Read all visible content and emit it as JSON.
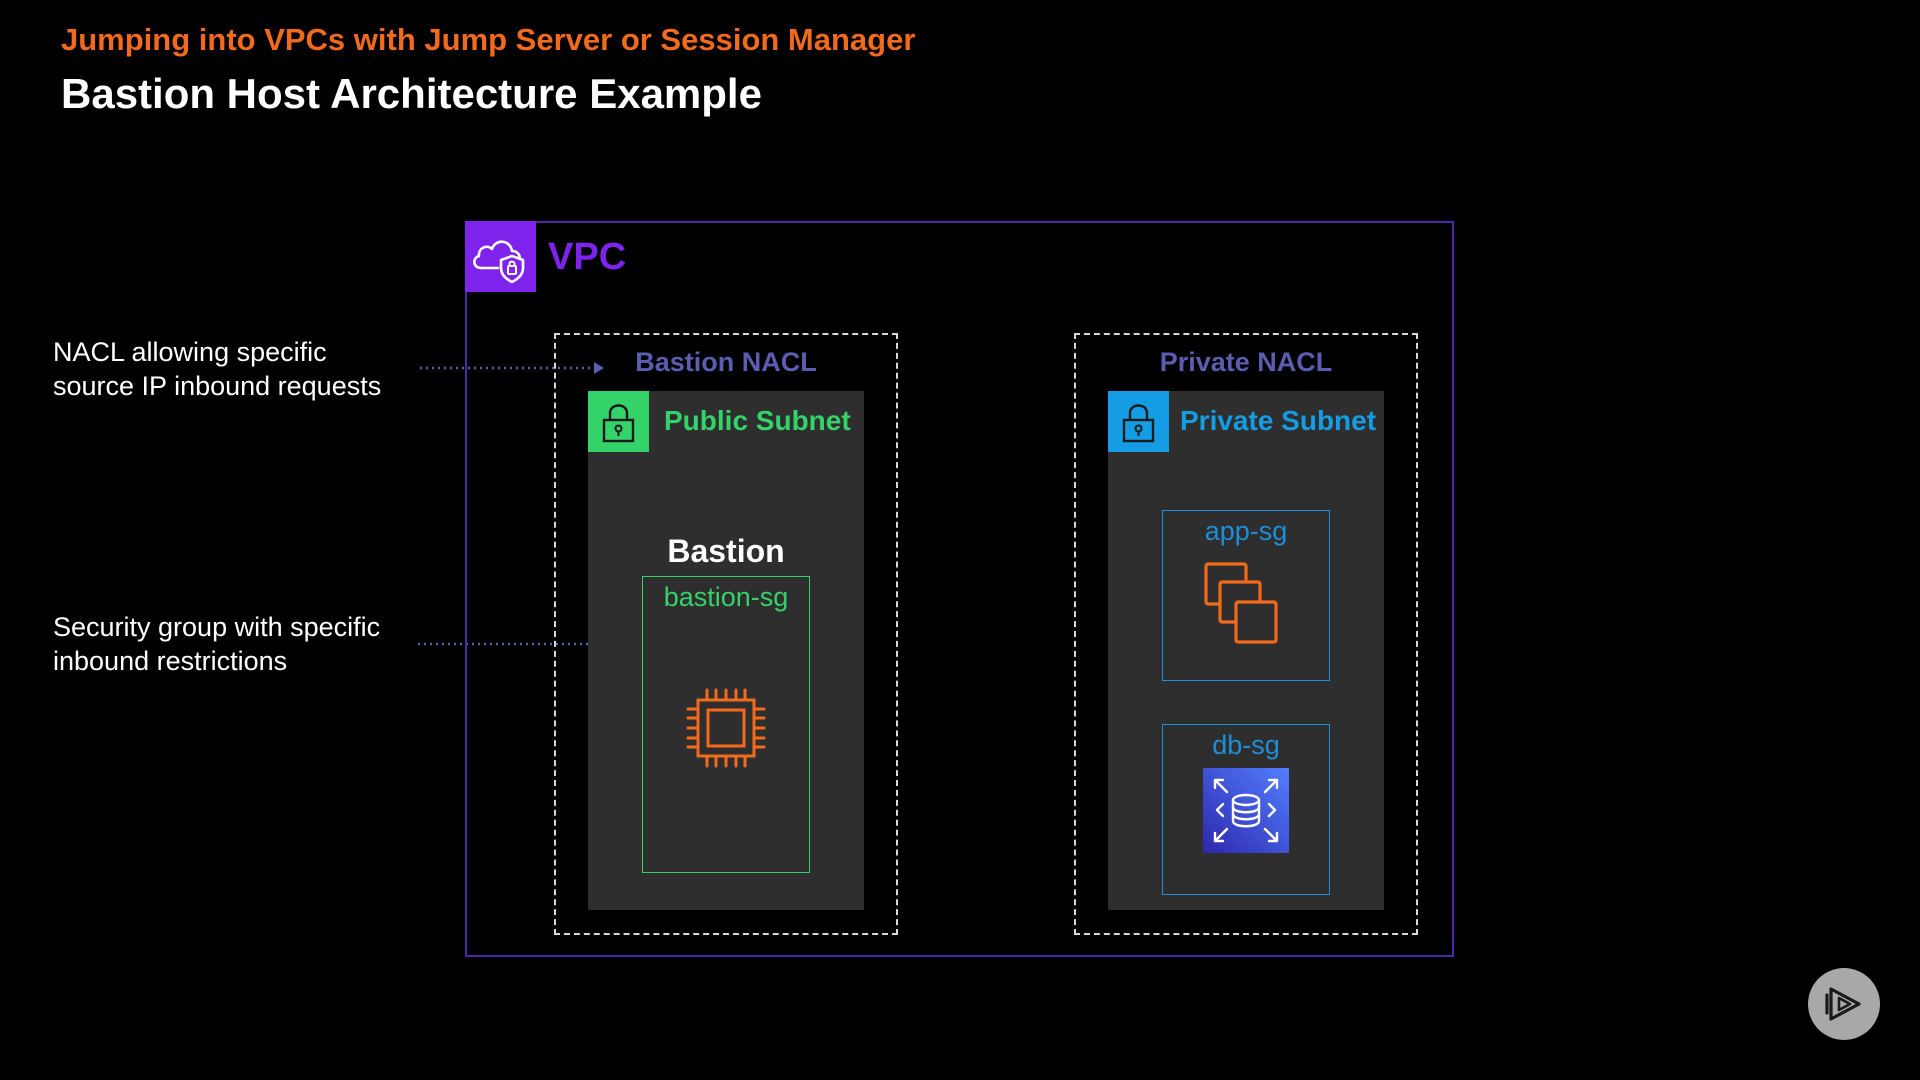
{
  "header": {
    "subtitle": "Jumping into VPCs with Jump Server or Session Manager",
    "title": "Bastion Host Architecture Example"
  },
  "annotations": [
    {
      "lines": [
        "NACL allowing specific",
        "source IP inbound requests"
      ]
    },
    {
      "lines": [
        "Security group with specific",
        "inbound restrictions"
      ]
    }
  ],
  "vpc": {
    "label": "VPC",
    "icon": "vpc-cloud-shield-icon",
    "color": "#7d23ec"
  },
  "bastion_nacl": {
    "label": "Bastion NACL",
    "subnet": {
      "label": "Public Subnet",
      "icon": "padlock-icon",
      "color": "#34d36a"
    },
    "instance_label": "Bastion",
    "security_group": {
      "label": "bastion-sg",
      "icon": "ec2-chip-icon",
      "color": "#34d36a"
    }
  },
  "private_nacl": {
    "label": "Private NACL",
    "subnet": {
      "label": "Private Subnet",
      "icon": "padlock-icon",
      "color": "#149ce4"
    },
    "security_groups": [
      {
        "label": "app-sg",
        "icon": "instances-stack-icon",
        "color": "#1e8ed8"
      },
      {
        "label": "db-sg",
        "icon": "rds-database-icon",
        "color": "#1e8ed8"
      }
    ]
  },
  "colors": {
    "accent_orange": "#f26a1b",
    "nacl_label": "#5c5cb0",
    "arrow": "#5c5cb0",
    "background": "#000000",
    "subnet_fill": "#2e2e2e"
  },
  "controls": {
    "play_icon": "play-logo-icon"
  }
}
